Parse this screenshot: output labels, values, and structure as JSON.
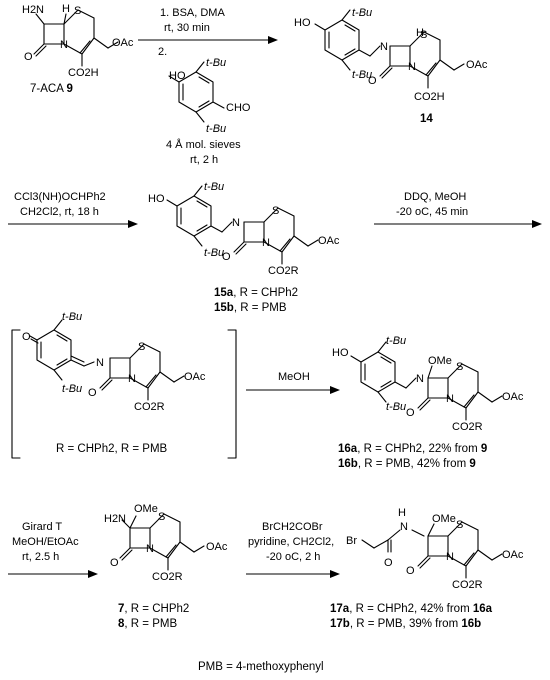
{
  "conditions": {
    "s1_line1": "1. BSA, DMA",
    "s1_line2": "rt, 30 min",
    "s1_line3": "2.",
    "s1_line4": "4 Å mol. sieves",
    "s1_line5": "rt, 2 h",
    "s2_line1": "CCl3(NH)OCHPh2",
    "s2_line2": "CH2Cl2, rt, 18 h",
    "s3_line1": "DDQ, MeOH",
    "s3_line2": "-20 oC, 45 min",
    "s4_line1": "MeOH",
    "s5_line1": "Girard T",
    "s5_line2": "MeOH/EtOAc",
    "s5_line3": "rt, 2.5 h",
    "s6_line1": "BrCH2COBr",
    "s6_line2": "pyridine, CH2Cl2,",
    "s6_line3": "-20 oC, 2 h"
  },
  "compounds": {
    "c9_name": "7-ACA",
    "c9_num": "9",
    "c14_num": "14",
    "c15a_num": "15a",
    "c15a_desc": ", R = CHPh2",
    "c15b_num": "15b",
    "c15b_desc": ", R = PMB",
    "bracket_desc": "R = CHPh2, R = PMB",
    "c16a_num": "16a",
    "c16a_desc": ", R = CHPh2, 22% from ",
    "c16a_from": "9",
    "c16b_num": "16b",
    "c16b_desc": ", R = PMB, 42% from ",
    "c16b_from": "9",
    "c7_num": "7",
    "c7_desc": ", R = CHPh2",
    "c8_num": "8",
    "c8_desc": ", R = PMB",
    "c17a_num": "17a",
    "c17a_desc": ", R = CHPh2, 42% from ",
    "c17a_from": "16a",
    "c17b_num": "17b",
    "c17b_desc": ", R = PMB, 39% from ",
    "c17b_from": "16b"
  },
  "atoms": {
    "S": "S",
    "N": "N",
    "O": "O",
    "OAc": "OAc",
    "CO2H": "CO2H",
    "CO2R": "CO2R",
    "H2N": "H2N",
    "HO": "HO",
    "tBu": "t-Bu",
    "CHO": "CHO",
    "OMe": "OMe",
    "H": "H",
    "Br": "Br"
  },
  "footnote": "PMB = 4-methoxyphenyl"
}
